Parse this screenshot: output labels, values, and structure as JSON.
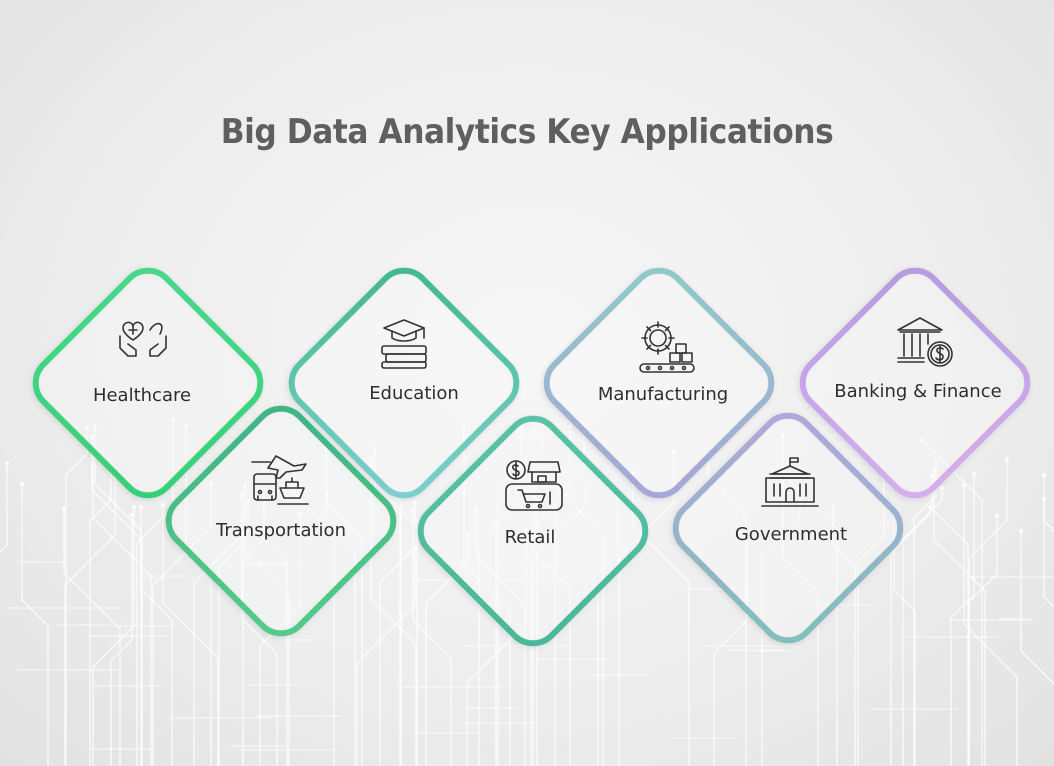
{
  "title": "Big Data Analytics Key Applications",
  "colors": {
    "green": "#3bd27c",
    "teal": "#58b8b0",
    "purple": "#c9a4e6",
    "text": "#2e2e2e",
    "title": "#5f5f5f"
  },
  "applications": [
    {
      "label": "Healthcare",
      "icon": "heart-hands-icon"
    },
    {
      "label": "Education",
      "icon": "graduation-books-icon"
    },
    {
      "label": "Manufacturing",
      "icon": "gear-conveyor-icon"
    },
    {
      "label": "Banking & Finance",
      "icon": "bank-coin-icon"
    },
    {
      "label": "Transportation",
      "icon": "plane-bus-ship-icon"
    },
    {
      "label": "Retail",
      "icon": "store-cart-icon"
    },
    {
      "label": "Government",
      "icon": "government-building-icon"
    }
  ]
}
